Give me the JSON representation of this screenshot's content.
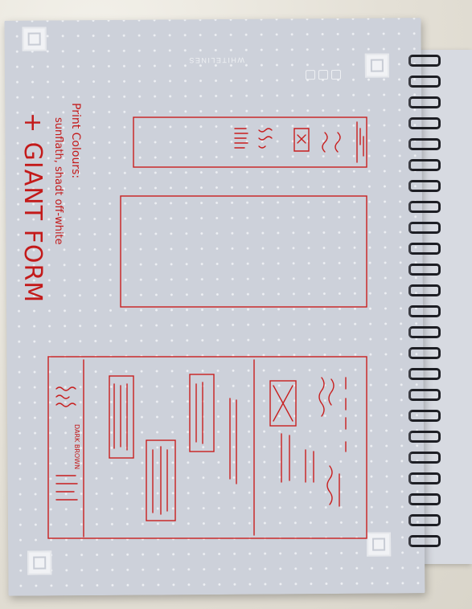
{
  "notebook": {
    "brand": "WHITELINES",
    "notes": {
      "palette_heading": "Print Colours:",
      "palette_detail": "sunflath, shadt off-white",
      "form_note": "+ GIANT FORM"
    },
    "sketch_labels": {
      "swatch_label": "DARK BROWN"
    }
  }
}
